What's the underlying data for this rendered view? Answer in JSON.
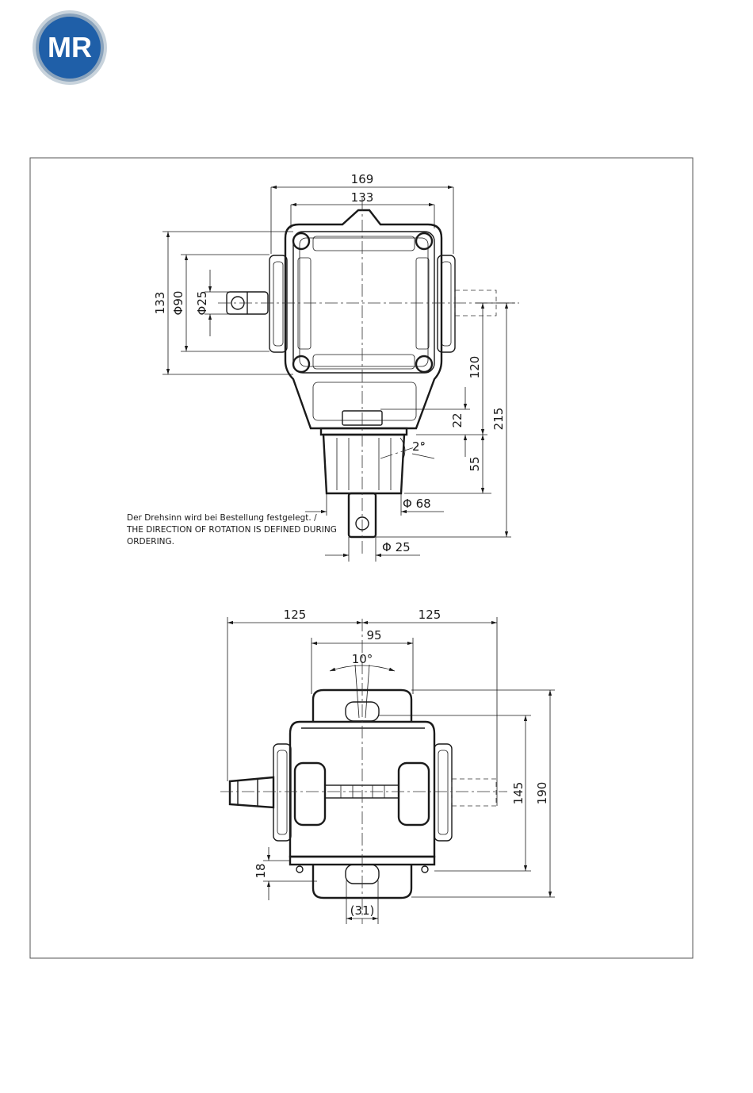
{
  "logo": {
    "text": "MR",
    "colors": {
      "outer": "#c8d3dc",
      "ring": "#8aa3bc",
      "inner": "#1f5fa8",
      "letters": "#ffffff"
    }
  },
  "top_view": {
    "dims": {
      "width_outer": "169",
      "width_inner": "133",
      "height_flange": "133",
      "dia_90": "Φ90",
      "dia_25_shaft": "Φ25",
      "dist_120": "120",
      "dist_215": "215",
      "dist_22": "22",
      "dist_55": "55",
      "angle_2": "2°",
      "dia_68": "Φ 68",
      "dia_25_bottom": "Φ 25"
    },
    "note": {
      "line1": "Der Drehsinn wird bei Bestellung festgelegt.  /",
      "line2": "THE DIRECTION OF ROTATION IS DEFINED DURING",
      "line3": "ORDERING."
    }
  },
  "side_view": {
    "dims": {
      "left_125": "125",
      "right_125": "125",
      "width_95": "95",
      "angle_10": "10°",
      "height_145": "145",
      "height_190": "190",
      "dist_18": "18",
      "width_31": "(31)"
    }
  }
}
